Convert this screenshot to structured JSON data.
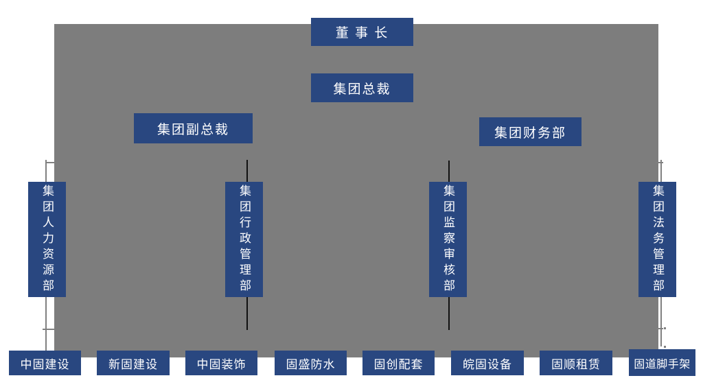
{
  "org_chart": {
    "diagram_type": "organizational-chart",
    "colors": {
      "node_blue": "#294780",
      "canvas_gray": "#7D7D7D",
      "connector_dark": "#111111",
      "connector_gray": "#808080",
      "node_text": "#FFFFFF"
    },
    "executives": [
      {
        "id": "chairman",
        "label": "董 事 长"
      },
      {
        "id": "president",
        "label": "集团总裁"
      },
      {
        "id": "vice-president",
        "label": "集团副总裁"
      },
      {
        "id": "finance-dept",
        "label": "集团财务部"
      }
    ],
    "departments": [
      {
        "id": "hr",
        "label": "集团人力资源部"
      },
      {
        "id": "admin",
        "label": "集团行政管理部"
      },
      {
        "id": "audit",
        "label": "集团监察审核部"
      },
      {
        "id": "legal",
        "label": "集团法务管理部"
      }
    ],
    "subsidiaries": [
      {
        "label": "中固建设"
      },
      {
        "label": "新固建设"
      },
      {
        "label": "中固装饰"
      },
      {
        "label": "固盛防水"
      },
      {
        "label": "固创配套"
      },
      {
        "label": "皖固设备"
      },
      {
        "label": "固顺租赁"
      },
      {
        "label": "固道脚手架"
      }
    ]
  }
}
